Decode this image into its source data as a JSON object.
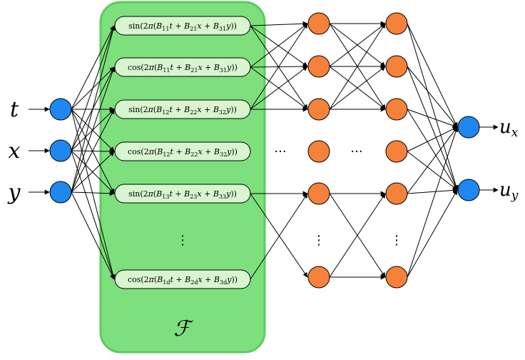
{
  "inputs": [
    "t",
    "x",
    "y"
  ],
  "outputs": [
    {
      "base": "u",
      "sub": "x"
    },
    {
      "base": "u",
      "sub": "y"
    }
  ],
  "fourier_label": "ℱ",
  "features": [
    {
      "fn": "sin",
      "b": [
        "11",
        "21",
        "31"
      ]
    },
    {
      "fn": "cos",
      "b": [
        "11",
        "21",
        "31"
      ]
    },
    {
      "fn": "sin",
      "b": [
        "12",
        "22",
        "32"
      ]
    },
    {
      "fn": "cos",
      "b": [
        "12",
        "22",
        "32"
      ]
    },
    {
      "fn": "sin",
      "b": [
        "13",
        "23",
        "33"
      ]
    },
    {
      "fn": "cos",
      "b": [
        "1d",
        "2d",
        "3d"
      ]
    }
  ],
  "ellipsis_h": "···",
  "ellipsis_v": "⋮",
  "colors": {
    "input_node": "#1e88f0",
    "hidden_node": "#f5813a",
    "output_node": "#1e88f0",
    "feature_panel": "#7de07d",
    "feature_panel_border": "#5ccc5c",
    "feature_pill": "#d8f5d0"
  }
}
